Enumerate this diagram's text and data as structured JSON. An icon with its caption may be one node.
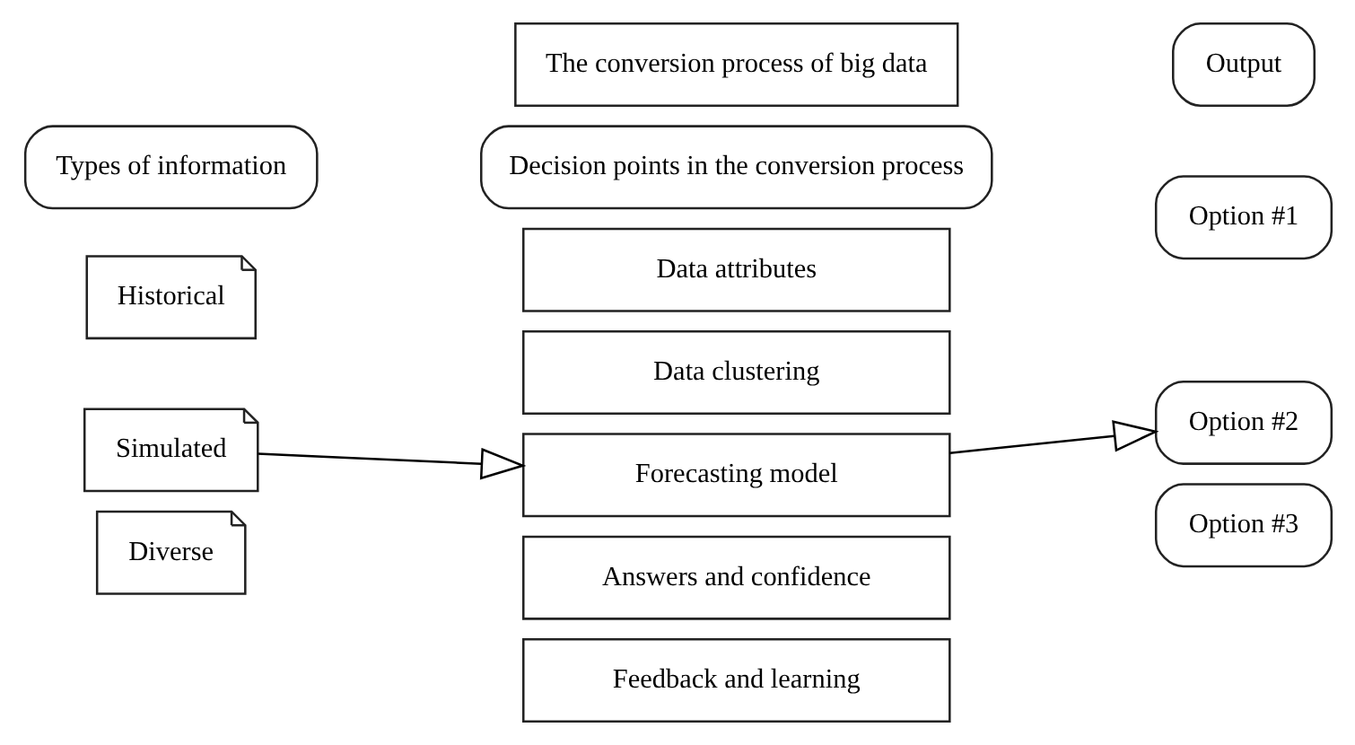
{
  "diagram": {
    "nodes": [
      {
        "text": [
          "The conversion process of big data"
        ]
      },
      {
        "text": [
          "Types of information"
        ]
      },
      {
        "text": [
          "Decision points in the conversion process"
        ]
      },
      {
        "text": [
          "Output"
        ]
      },
      {
        "text": [
          "Historical"
        ]
      },
      {
        "text": [
          "Simulated"
        ]
      },
      {
        "text": [
          "Diverse"
        ]
      },
      {
        "text": [
          "Data attributes"
        ]
      },
      {
        "text": [
          "Data clustering"
        ]
      },
      {
        "text": [
          "Forecasting model"
        ]
      },
      {
        "text": [
          "Answers and confidence"
        ]
      },
      {
        "text": [
          "Feedback and learning"
        ]
      },
      {
        "text": [
          "Option #1"
        ]
      },
      {
        "text": [
          "Option #2"
        ]
      },
      {
        "text": [
          "Option #3"
        ]
      }
    ],
    "edges": [
      {
        "from": 5,
        "to": 9,
        "arrow": "to"
      },
      {
        "from": 9,
        "to": 13,
        "arrow": "to"
      }
    ]
  }
}
